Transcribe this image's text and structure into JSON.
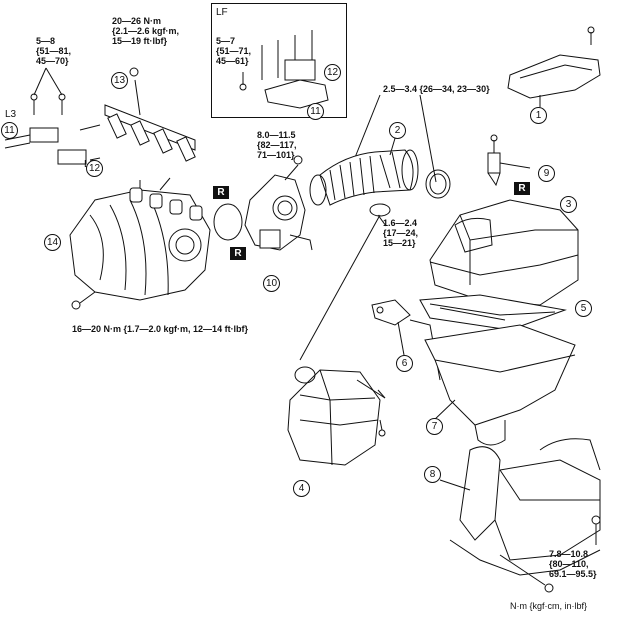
{
  "inset": {
    "title": "LF",
    "torque": [
      "5—7",
      "{51—71,",
      "45—61}"
    ],
    "callouts": [
      "12",
      "11"
    ]
  },
  "torque_labels": {
    "t1": [
      "5—8",
      "{51—81,",
      "45—70}"
    ],
    "t2": [
      "20—26 N·m",
      "{2.1—2.6 kgf·m,",
      "15—19 ft·lbf}"
    ],
    "t3": [
      "2.5—3.4 {26—34, 23—30}"
    ],
    "t4": [
      "8.0—11.5",
      "{82—117,",
      "71—101}"
    ],
    "t5": [
      "1.6—2.4",
      "{17—24,",
      "15—21}"
    ],
    "t6": [
      "16—20 N·m {1.7—2.0 kgf·m, 12—14 ft·lbf}"
    ],
    "t7": [
      "7.8—10.8",
      "{80—110,",
      "69.1—95.5}"
    ]
  },
  "text_labels": {
    "l3_top": "L3",
    "l3_mid": "L3",
    "units": "N·m {kgf·cm, in·lbf}"
  },
  "callouts": [
    "1",
    "2",
    "3",
    "4",
    "5",
    "6",
    "7",
    "8",
    "9",
    "10",
    "11",
    "12",
    "13",
    "14"
  ],
  "replace_badge": "R"
}
